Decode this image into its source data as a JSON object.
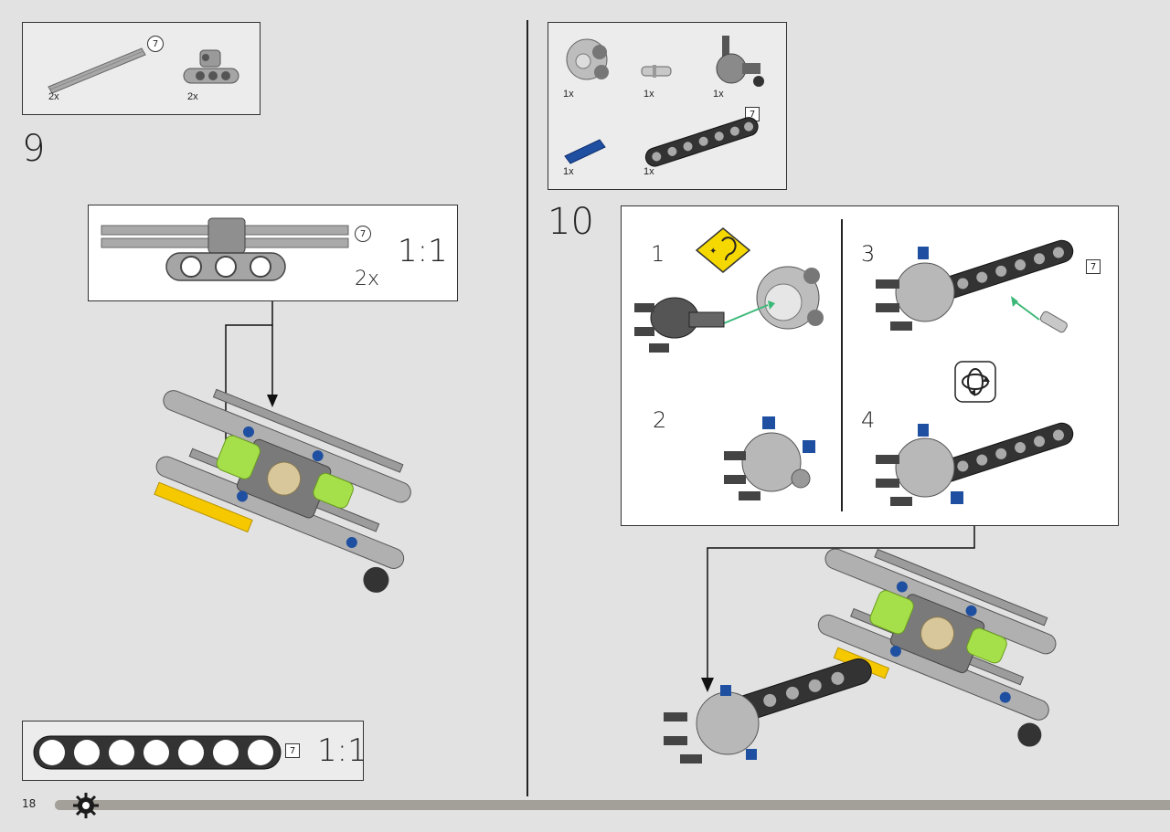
{
  "page": {
    "number": "18"
  },
  "step9": {
    "number": "9",
    "parts": [
      {
        "name": "axle",
        "qty": "2x",
        "length": "7"
      },
      {
        "name": "beam-connector",
        "qty": "2x"
      }
    ],
    "callout": {
      "length": "7",
      "scale": "1:1",
      "qty": "2x"
    }
  },
  "beam_ref": {
    "length": "7",
    "scale": "1:1"
  },
  "step10": {
    "number": "10",
    "parts": [
      {
        "name": "hub",
        "qty": "1x"
      },
      {
        "name": "pin",
        "qty": "1x"
      },
      {
        "name": "cv-joint",
        "qty": "1x"
      },
      {
        "name": "blue-axle-pin",
        "qty": "1x"
      },
      {
        "name": "black-beam",
        "qty": "1x",
        "length": "7"
      }
    ],
    "substeps": [
      {
        "label": "1"
      },
      {
        "label": "2"
      },
      {
        "label": "3",
        "length": "7"
      },
      {
        "label": "4"
      }
    ]
  },
  "colors": {
    "background": "#e2e2e2",
    "gray": "#a9a9a9",
    "dark": "#3c3c3c",
    "lime": "#a5e04a",
    "blue": "#1f4fa0",
    "yellow": "#f5c800",
    "tan": "#d9c79c",
    "green_arrow": "#3cb878"
  }
}
